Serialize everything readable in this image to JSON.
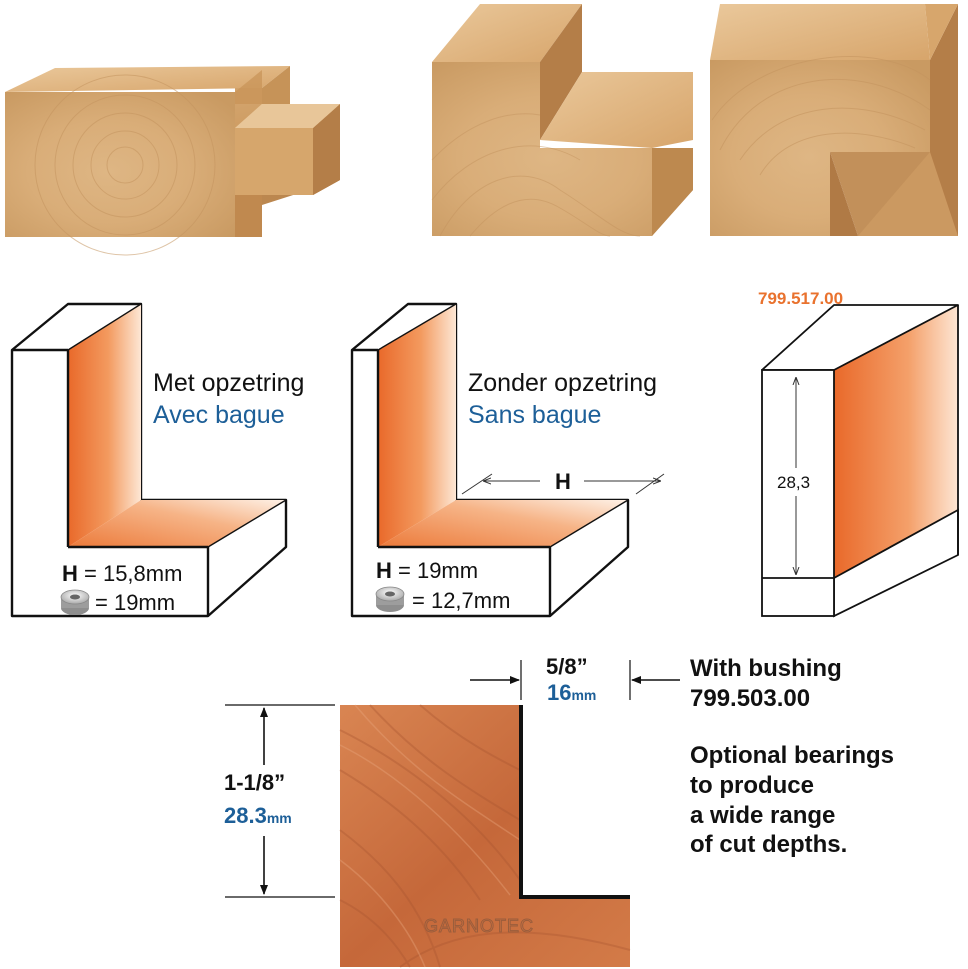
{
  "colors": {
    "orange": "#e9722e",
    "blue": "#1d5f98",
    "black": "#111111",
    "wood_light": "#d9ab74",
    "wood_dark": "#b98450",
    "cut_wood": "#c66a3a"
  },
  "panel1": {
    "title_nl": "Met opzetring",
    "title_fr": "Avec bague",
    "h_symbol": "H",
    "h_value": "= 15,8mm",
    "bearing_value": "= 19mm",
    "bearing_icon": "bearing-icon"
  },
  "panel2": {
    "title_nl": "Zonder opzetring",
    "title_fr": "Sans bague",
    "h_symbol": "H",
    "h_value": "= 19mm",
    "bearing_value": "= 12,7mm",
    "dimension_label": "H",
    "bearing_icon": "bearing-icon"
  },
  "panel3": {
    "part_number": "799.517.00",
    "dimension": "28,3"
  },
  "bottom": {
    "width_imperial": "5/8”",
    "width_metric_value": "16",
    "width_metric_unit": "mm",
    "height_imperial": "1-1/8”",
    "height_metric_value": "28.3",
    "height_metric_unit": "mm",
    "note_line1": "With bushing",
    "note_line2": "799.503.00",
    "note_line3": "Optional bearings",
    "note_line4": "to produce",
    "note_line5": "a wide range",
    "note_line6": "of cut depths.",
    "watermark": "GARNOTEC"
  }
}
